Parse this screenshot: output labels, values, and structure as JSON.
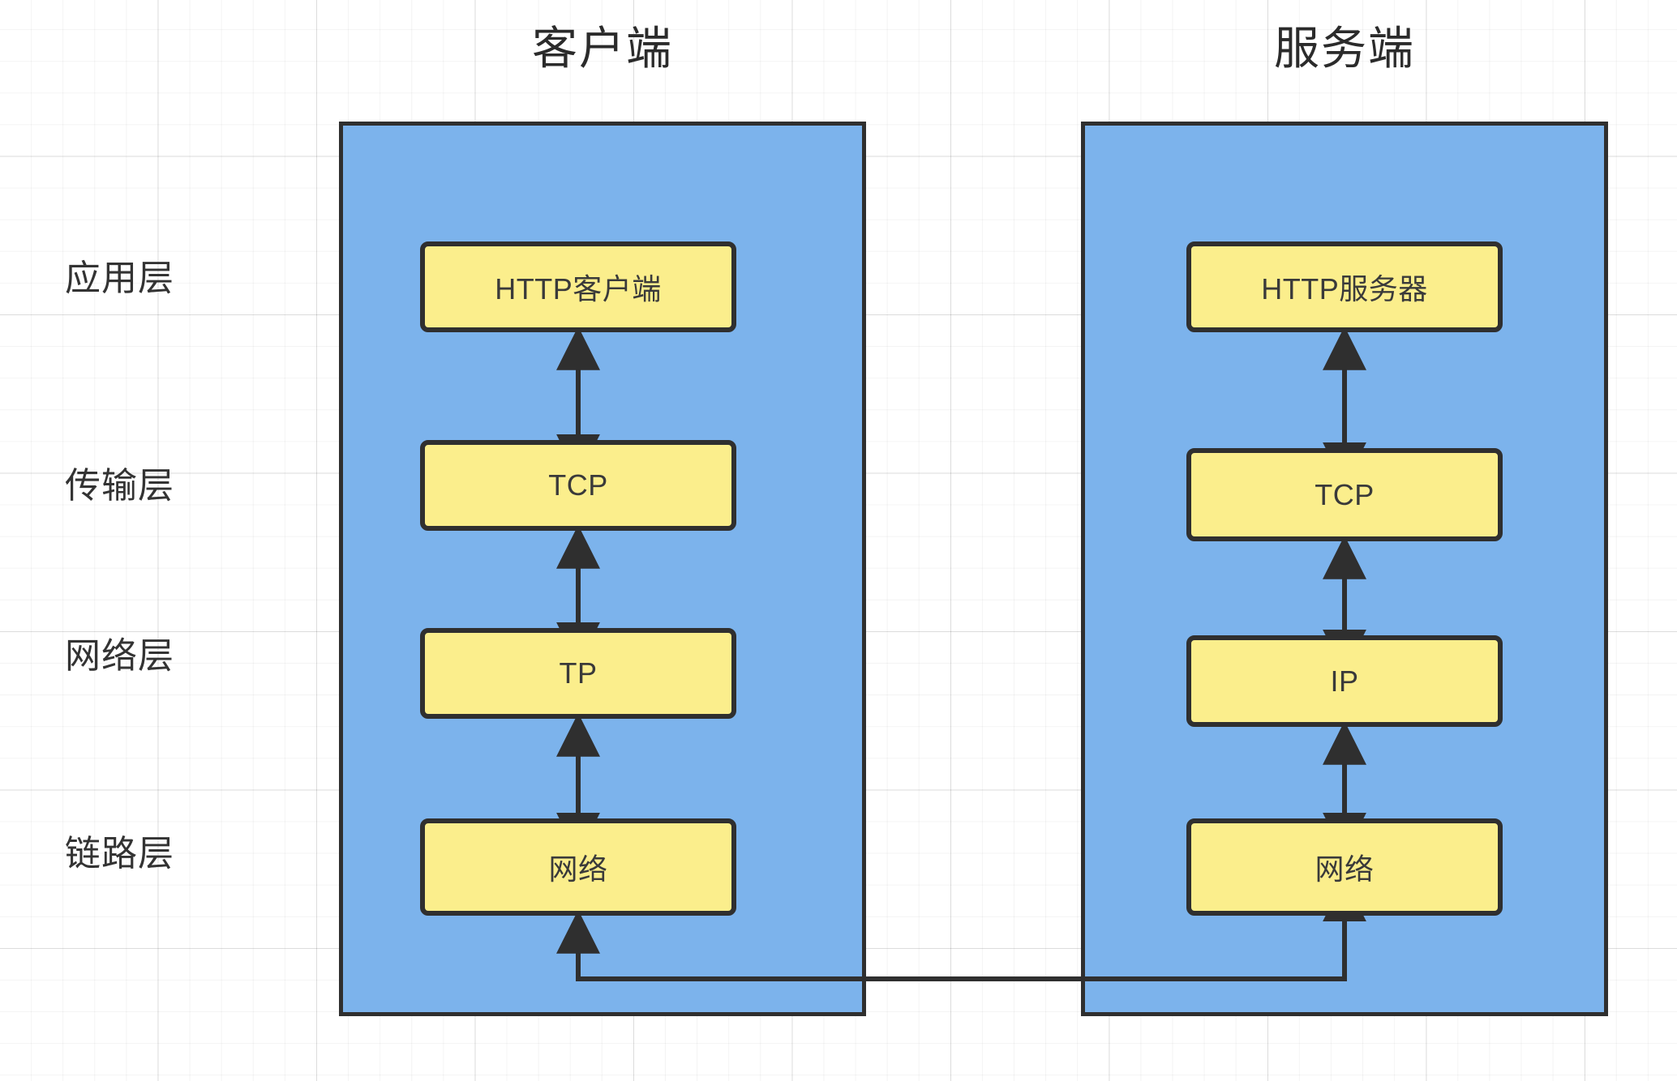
{
  "diagram": {
    "title_client": "客户端",
    "title_server": "服务端",
    "layer_labels": [
      "应用层",
      "传输层",
      "网络层",
      "链路层"
    ],
    "client_nodes": [
      "HTTP客户端",
      "TCP",
      "TP",
      "网络"
    ],
    "server_nodes": [
      "HTTP服务器",
      "TCP",
      "IP",
      "网络"
    ],
    "colors": {
      "host_fill": "#7CB3EC",
      "node_fill": "#FBEE8C",
      "stroke": "#2F2F2F",
      "grid": "#E8E8E8",
      "text": "#333333",
      "background": "#FFFFFF"
    }
  }
}
